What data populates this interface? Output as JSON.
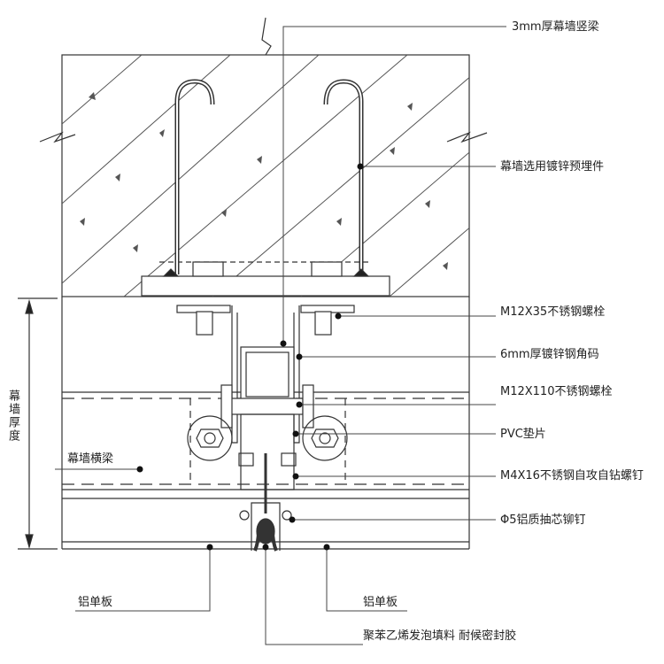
{
  "labels": {
    "mullion": "3mm厚幕墙竖梁",
    "embedded_part": "幕墙选用镀锌预埋件",
    "bolt_m12x35": "M12X35不锈钢螺栓",
    "angle_bracket": "6mm厚镀锌钢角码",
    "bolt_m12x110": "M12X110不锈钢螺栓",
    "pvc_pad": "PVC垫片",
    "screw_m4x16": "M4X16不锈钢自攻自钻螺钉",
    "rivet": "Φ5铝质抽芯铆钉",
    "panel_left": "铝单板",
    "panel_right": "铝单板",
    "filler_sealant": "聚苯乙烯发泡填料 耐候密封胶",
    "transom": "幕墙横梁",
    "wall_thickness": "幕墙厚度"
  }
}
